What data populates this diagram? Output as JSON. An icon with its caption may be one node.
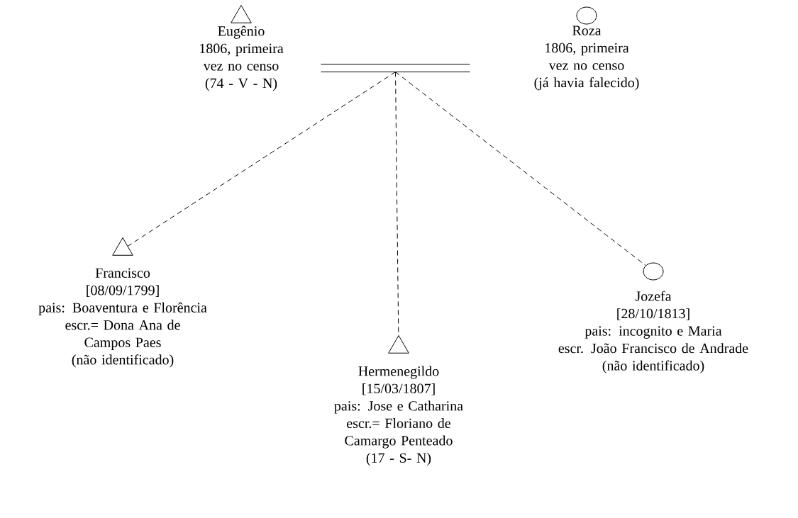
{
  "diagram": {
    "nodes": [
      {
        "text": [],
        "shape": "triangle",
        "beside": [
          "Eugênio",
          "1806, primeira vez no censo",
          "(74 - V - N)"
        ]
      },
      {
        "text": [],
        "shape": "circle",
        "beside": [
          "Roza",
          "1806, primeira vez no censo",
          "(já havia falecido)"
        ]
      },
      {
        "text": [],
        "shape": "bar"
      },
      {
        "text": [],
        "shape": "triangle",
        "beside": [
          "Francisco",
          "[08/09/1799]",
          "pais: Boaventura e Florência",
          "escr.= Dona Ana de Campos Paes",
          "(não identificado)"
        ]
      },
      {
        "text": [],
        "shape": "triangle",
        "beside": [
          "Hermenegildo",
          "[15/03/1807]",
          "pais: Jose e Catharina",
          "escr.= Floriano de Camargo Penteado",
          "(17 - S- N)"
        ]
      },
      {
        "text": [],
        "shape": "circle",
        "beside": [
          "Jozefa",
          "[28/10/1813]",
          "pais: incognito e Maria",
          "escr. João Francisco de Andrade",
          "(não identificado)"
        ]
      }
    ],
    "edges": [
      {
        "from": 2,
        "to": 3,
        "arrow": "none",
        "style": "dashed"
      },
      {
        "from": 2,
        "to": 4,
        "arrow": "none",
        "style": "dashed"
      },
      {
        "from": 2,
        "to": 5,
        "arrow": "none",
        "style": "dashed"
      }
    ]
  }
}
